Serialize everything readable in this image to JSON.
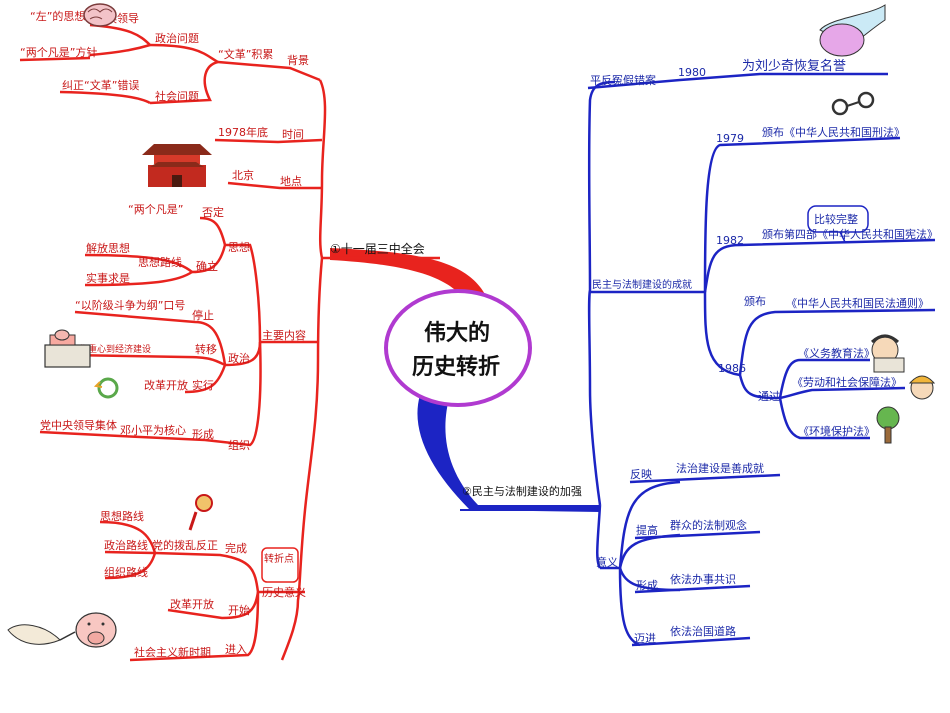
{
  "center": {
    "line1": "伟大的",
    "line2": "历史转折"
  },
  "left": {
    "branch": "①十一届三中全会",
    "background": {
      "label": "背景",
      "tag": "“文革”积累",
      "political": "政治问题",
      "wrong_leadership": "错误领导",
      "left_thought": "“左”的思想",
      "two_whatevers_policy": "“两个凡是”方针",
      "social": "社会问题",
      "correct_errors": "纠正“文革”错误"
    },
    "time": {
      "label": "时间",
      "value": "1978年底"
    },
    "place": {
      "label": "地点",
      "value": "北京"
    },
    "content": {
      "label": "主要内容",
      "thought": "思想",
      "negate": "否定",
      "two_whatevers": "“两个凡是”",
      "establish": "确立",
      "line": "思想路线",
      "emancipate": "解放思想",
      "seek_truth": "实事求是",
      "politics": "政治",
      "stop": "停止",
      "class_struggle": "“以阶级斗争为纲”口号",
      "shift": "转移",
      "econ_focus": "工作重心到经济建设",
      "implement": "实行",
      "reform": "改革开放",
      "organization": "组织",
      "form": "形成",
      "core": "邓小平为核心",
      "leadership": "党中央领导集体"
    },
    "significance": {
      "label": "历史意义",
      "turning_point": "转折点",
      "complete": "完成",
      "chaos_to_order": "党的拨乱反正",
      "thought_line": "思想路线",
      "political_line": "政治路线",
      "org_line": "组织路线",
      "start": "开始",
      "reform": "改革开放",
      "enter": "进入",
      "new_period": "社会主义新时期"
    }
  },
  "right": {
    "branch": "②民主与法制建设的加强",
    "rehab": {
      "label": "平反冤假错案",
      "year": "1980",
      "liu": "为刘少奇恢复名誉"
    },
    "achievements": {
      "label": "民主与法制建设的成就",
      "y1979": "1979",
      "criminal_law": "颁布《中华人民共和国刑法》",
      "y1982": "1982",
      "note": "比较完整",
      "constitution": "颁布第四部《中华人民共和国宪法》",
      "y1986": "1986",
      "promulgate": "颁布",
      "civil_law": "《中华人民共和国民法通则》",
      "pass": "通过",
      "education": "《义务教育法》",
      "labor": "《劳动和社会保障法》",
      "environment": "《环境保护法》"
    },
    "meaning": {
      "label": "意义",
      "reflect": "反映",
      "reflect_text": "法治建设是善成就",
      "raise": "提高",
      "raise_text": "群众的法制观念",
      "form": "形成",
      "form_text": "依法办事共识",
      "advance": "迈进",
      "advance_text": "依法治国道路"
    }
  },
  "colors": {
    "left": "#e8231e",
    "right": "#1c24c4",
    "circle": "#b03ad0"
  }
}
